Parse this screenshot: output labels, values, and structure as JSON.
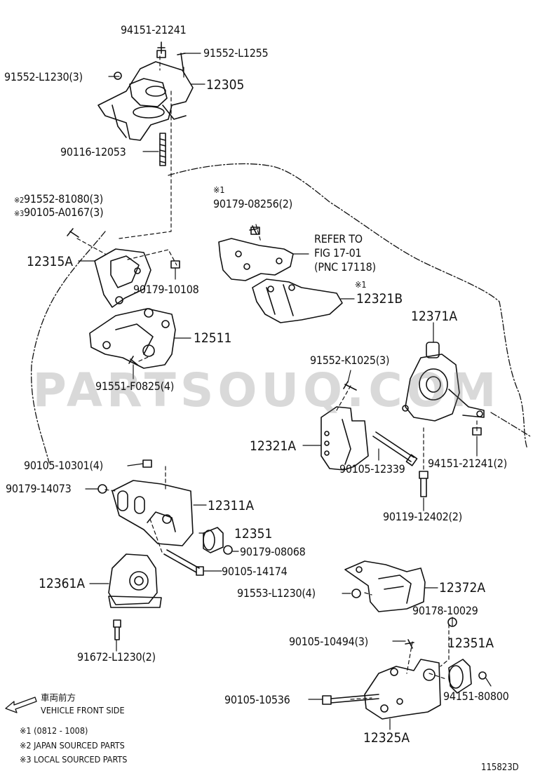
{
  "labels": {
    "l_94151_21241_top": "94151-21241",
    "l_91552_L1255": "91552-L1255",
    "l_91552_L1230": "91552-L1230(3)",
    "l_12305": "12305",
    "l_90116_12053": "90116-12053",
    "l_91552_81080": "91552-81080(3)",
    "l_90105_A0167": "90105-A0167(3)",
    "l_90179_08256": "90179-08256(2)",
    "l_refer_1": "REFER TO",
    "l_refer_2": "FIG 17-01",
    "l_refer_3": "(PNC 17118)",
    "l_12315A": "12315A",
    "l_90179_10108": "90179-10108",
    "l_12321B": "12321B",
    "l_12371A": "12371A",
    "l_12511": "12511",
    "l_91552_K1025": "91552-K1025(3)",
    "l_91551_F0825": "91551-F0825(4)",
    "l_12321A": "12321A",
    "l_90105_12339": "90105-12339",
    "l_94151_21241_2": "94151-21241(2)",
    "l_90105_10301": "90105-10301(4)",
    "l_90179_14073": "90179-14073",
    "l_12311A": "12311A",
    "l_90119_12402": "90119-12402(2)",
    "l_12351": "12351",
    "l_90179_08068": "90179-08068",
    "l_90105_14174": "90105-14174",
    "l_12372A": "12372A",
    "l_12361A": "12361A",
    "l_91553_L1230": "91553-L1230(4)",
    "l_90178_10029": "90178-10029",
    "l_90105_10494": "90105-10494(3)",
    "l_12351A": "12351A",
    "l_91672_L1230": "91672-L1230(2)",
    "l_90105_10536": "90105-10536",
    "l_94151_80800": "94151-80800",
    "l_12325A": "12325A"
  },
  "marks": {
    "star1": "※1",
    "star2": "※2",
    "star3": "※3"
  },
  "legend": {
    "direction_jp": "車両前方",
    "direction_en": "VEHICLE FRONT SIDE",
    "note1_mark": "※1",
    "note1_text": "(0812 - 1008)",
    "note2_mark": "※2",
    "note2_text": "JAPAN SOURCED PARTS",
    "note3_mark": "※3",
    "note3_text": "LOCAL SOURCED PARTS"
  },
  "watermark": "PARTSOUQ.COM",
  "figure_id": "115823D"
}
